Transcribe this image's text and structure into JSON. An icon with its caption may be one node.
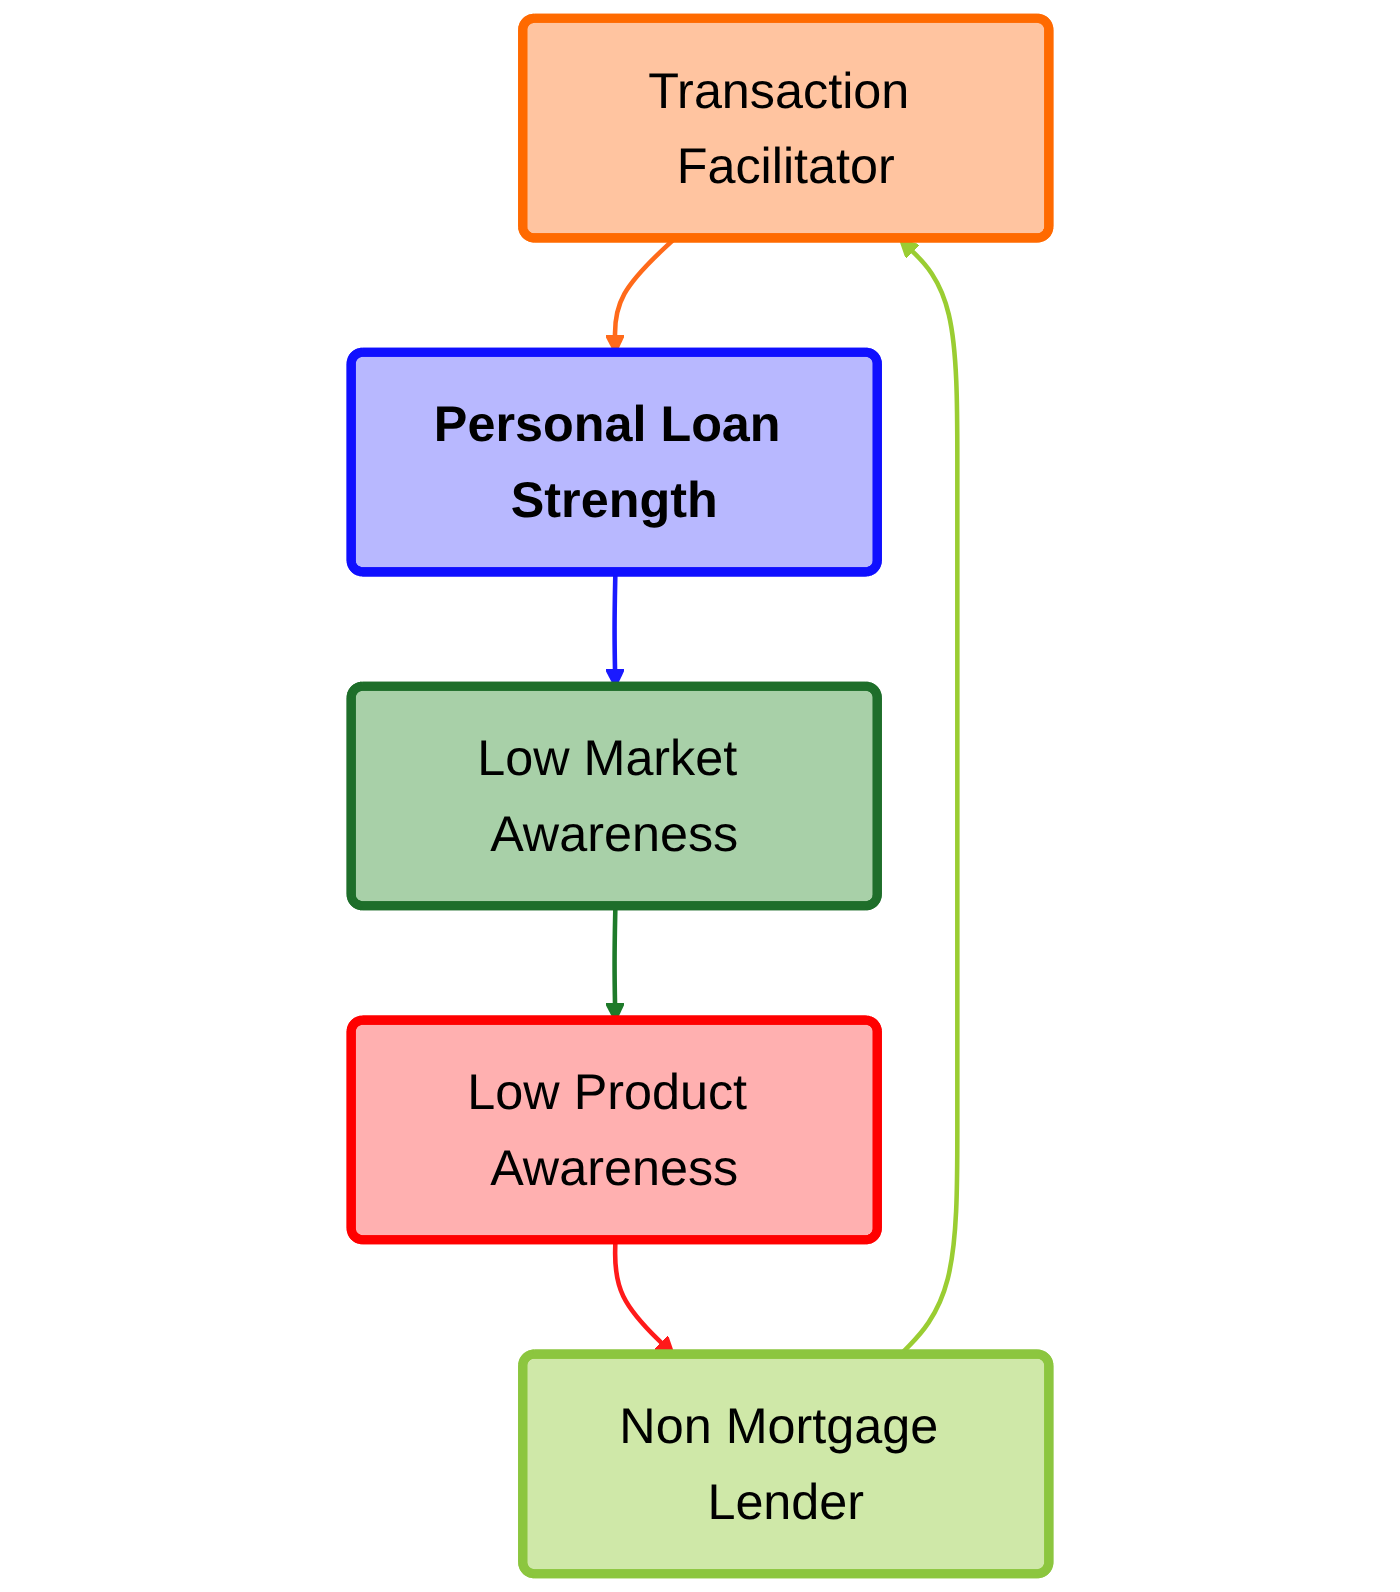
{
  "diagram": {
    "nodes": [
      {
        "text": [
          "Transaction Facilitator"
        ]
      },
      {
        "text": [
          "Personal Loan Strength"
        ]
      },
      {
        "text": [
          "Low Market Awareness"
        ]
      },
      {
        "text": [
          "Low Product Awareness"
        ]
      },
      {
        "text": [
          "Non Mortgage Lender"
        ]
      }
    ],
    "edges": [
      {
        "from": 0,
        "to": 1,
        "arrow": "to",
        "color": "#ff6a1a"
      },
      {
        "from": 1,
        "to": 2,
        "arrow": "to",
        "color": "#1a1aff"
      },
      {
        "from": 2,
        "to": 3,
        "arrow": "to",
        "color": "#1e7a2a"
      },
      {
        "from": 3,
        "to": 4,
        "arrow": "to",
        "color": "#ff1a1a"
      },
      {
        "from": 4,
        "to": 0,
        "arrow": "to",
        "color": "#9acd32"
      }
    ]
  }
}
